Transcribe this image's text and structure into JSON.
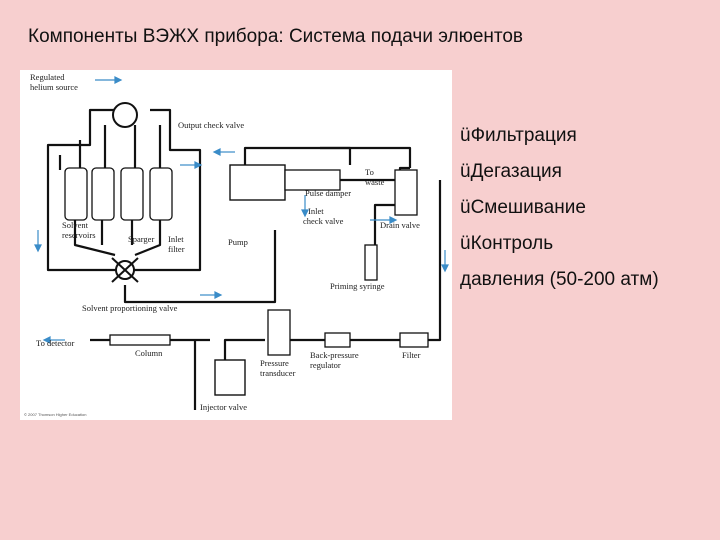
{
  "slide": {
    "title": "Компоненты ВЭЖХ прибора: Система подачи элюентов"
  },
  "bullets": [
    "üФильтрация",
    "üДегазация",
    "üСмешивание",
    "üКонтроль",
    "давления (50-200 атм)"
  ],
  "diagram": {
    "labels": {
      "helium_1": "Regulated",
      "helium_2": "helium source",
      "output_check_valve": "Output check valve",
      "to_waste_1": "To",
      "to_waste_2": "waste",
      "pulse_damper": "Pulse damper",
      "inlet_check_1": "Inlet",
      "inlet_check_2": "check valve",
      "drain_valve": "Drain valve",
      "solvent_res_1": "Solvent",
      "solvent_res_2": "reservoirs",
      "sparger": "Sparger",
      "inlet_filter_1": "Inlet",
      "inlet_filter_2": "filter",
      "pump": "Pump",
      "priming_syringe": "Priming syringe",
      "proportioning_valve": "Solvent proportioning valve",
      "to_detector": "To detector",
      "column": "Column",
      "pressure_1": "Pressure",
      "pressure_2": "transducer",
      "back_pressure_1": "Back-pressure",
      "back_pressure_2": "regulator",
      "filter": "Filter",
      "injector_valve": "Injector valve",
      "copyright": "© 2007 Thomson Higher Education"
    }
  }
}
